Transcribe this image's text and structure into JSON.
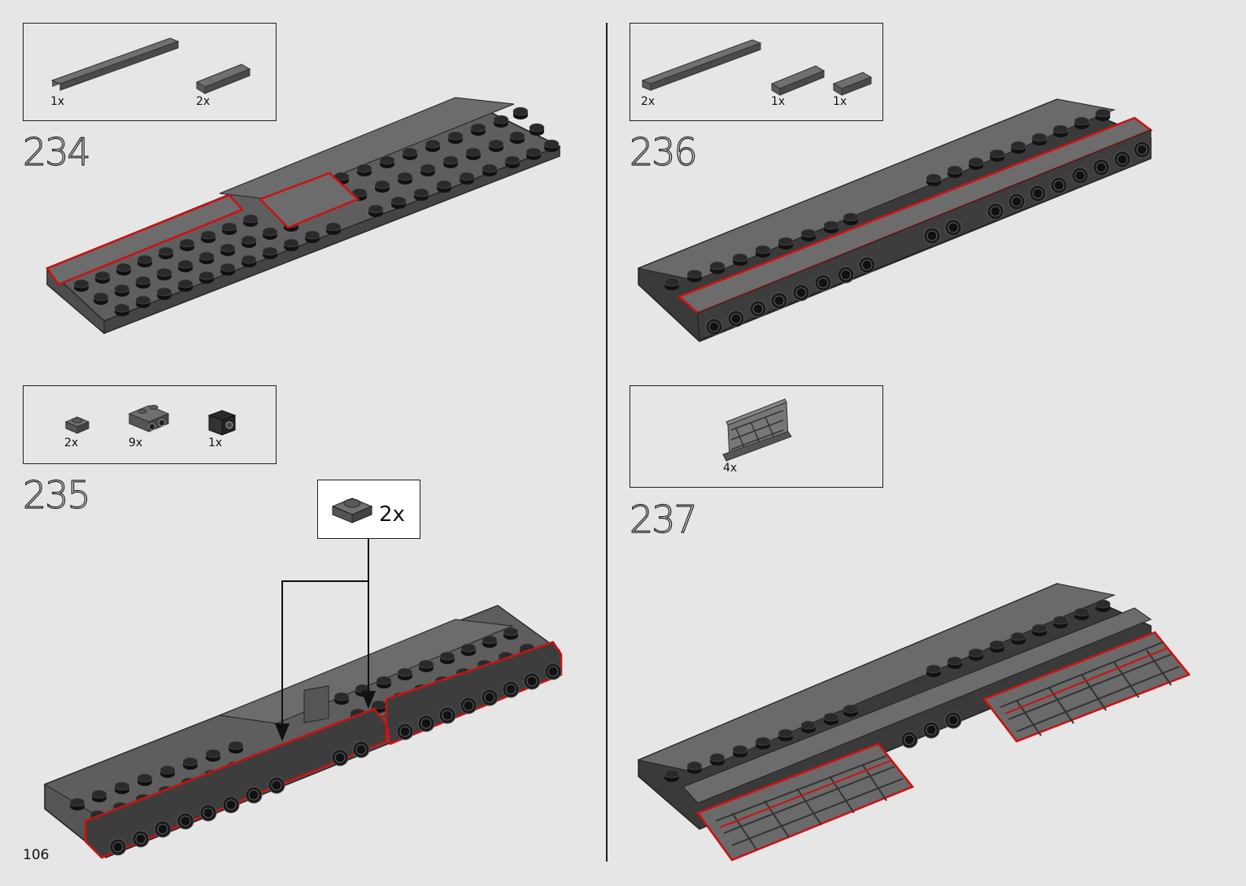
{
  "page_number": "106",
  "steps": [
    {
      "number": "234",
      "parts": [
        {
          "qty": "1x",
          "icon": "long-tile-1x8"
        },
        {
          "qty": "2x",
          "icon": "tile-1x3"
        }
      ]
    },
    {
      "number": "235",
      "parts": [
        {
          "qty": "2x",
          "icon": "plate-1x1"
        },
        {
          "qty": "9x",
          "icon": "bracket-1x2-studs-side"
        },
        {
          "qty": "1x",
          "icon": "brick-1x1-stud-side"
        }
      ],
      "callout": {
        "qty": "2x",
        "icon": "plate-1x1"
      }
    },
    {
      "number": "236",
      "parts": [
        {
          "qty": "2x",
          "icon": "long-tile-1x8"
        },
        {
          "qty": "1x",
          "icon": "tile-1x4"
        },
        {
          "qty": "1x",
          "icon": "tile-1x3"
        }
      ]
    },
    {
      "number": "237",
      "parts": [
        {
          "qty": "4x",
          "icon": "lattice-fence-panel"
        }
      ]
    }
  ],
  "colors": {
    "background": "#e6e6e6",
    "brick": "#6b6b6b",
    "brick_dark": "#3a3a3a",
    "stud_black": "#1c1c1c",
    "highlight": "#cc1111"
  }
}
